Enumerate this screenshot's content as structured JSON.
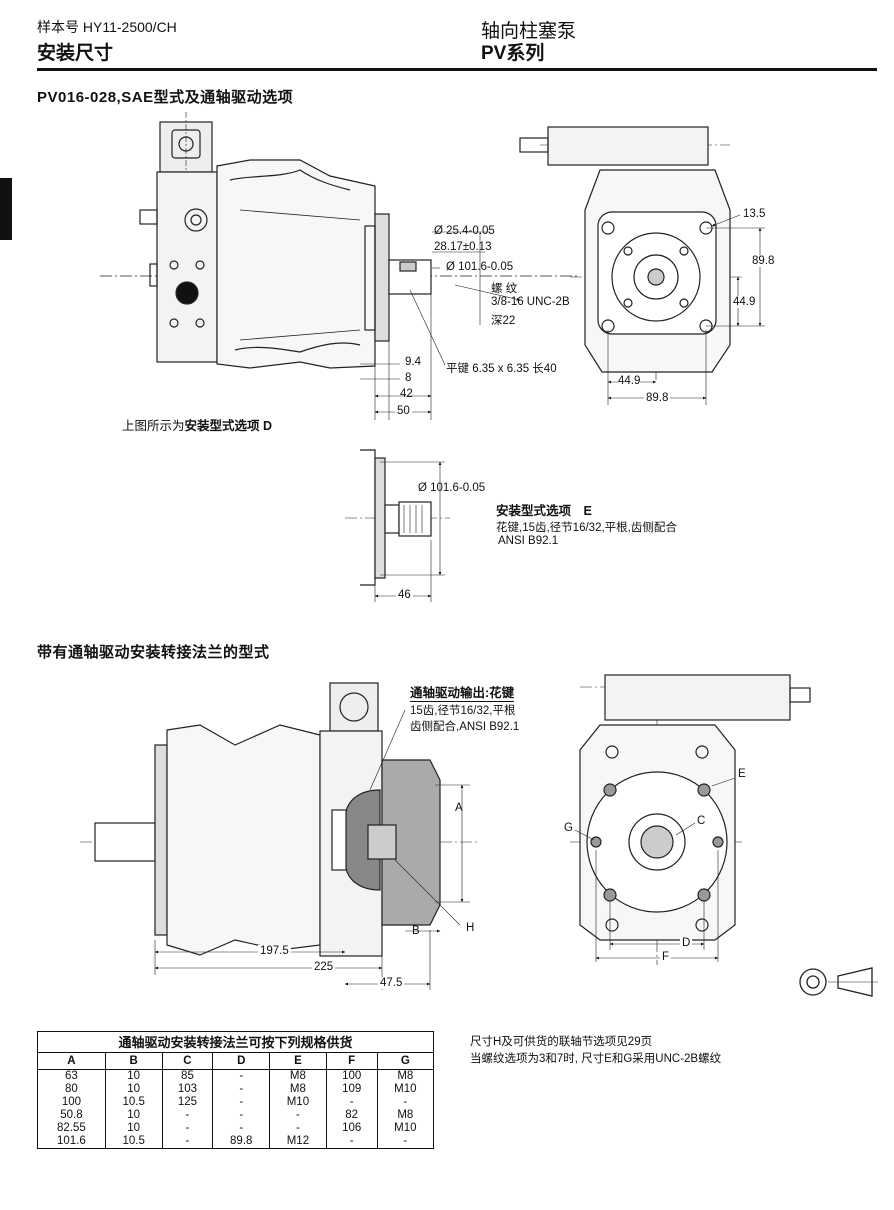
{
  "header": {
    "catalog_no": "样本号 HY11-2500/CH",
    "section_title": "安装尺寸",
    "product_type": "轴向柱塞泵",
    "series": "PV系列"
  },
  "section1": {
    "title": "PV016-028,SAE型式及通轴驱动选项",
    "dims": {
      "d_shaft": "Ø 25.4-0.05",
      "key_height": "28.17±0.13",
      "d_pilot": "Ø 101.6-0.05",
      "thread_label": "螺 纹",
      "thread_spec": "3/8-16 UNC-2B",
      "thread_depth": "深22",
      "dim_9_4": "9.4",
      "dim_8": "8",
      "dim_42": "42",
      "dim_50": "50",
      "key_spec": "平键 6.35 x 6.35 长40",
      "dim_13_5": "13.5",
      "dim_89_8_v": "89.8",
      "dim_44_9_v": "44.9",
      "dim_44_9_h": "44.9",
      "dim_89_8_h": "89.8"
    },
    "caption_prefix": "上图所示为",
    "caption_bold": "安装型式选项 D"
  },
  "option_e": {
    "d_pilot": "Ø 101.6-0.05",
    "title": "安装型式选项　E",
    "desc1": "花键,15齿,径节16/32,平根,齿侧配合",
    "desc2": "ANSI B92.1",
    "dim_46": "46"
  },
  "section2": {
    "title": "带有通轴驱动安装转接法兰的型式",
    "through_title": "通轴驱动输出:花键",
    "through_desc1": "15齿,径节16/32,平根",
    "through_desc2": "齿侧配合,ANSI B92.1",
    "letter_a": "A",
    "letter_b": "B",
    "letter_h": "H",
    "dim_197_5": "197.5",
    "dim_225": "225",
    "dim_47_5": "47.5",
    "letter_e": "E",
    "letter_g": "G",
    "letter_c": "C",
    "letter_d": "D",
    "letter_f": "F"
  },
  "spec_table": {
    "caption": "通轴驱动安装转接法兰可按下列规格供货",
    "columns": [
      "A",
      "B",
      "C",
      "D",
      "E",
      "F",
      "G"
    ],
    "rows": [
      [
        "63",
        "10",
        "85",
        "-",
        "M8",
        "100",
        "M8"
      ],
      [
        "80",
        "10",
        "103",
        "-",
        "M8",
        "109",
        "M10"
      ],
      [
        "100",
        "10.5",
        "125",
        "-",
        "M10",
        "-",
        "-"
      ],
      [
        "50.8",
        "10",
        "-",
        "-",
        "-",
        "82",
        "M8"
      ],
      [
        "82.55",
        "10",
        "-",
        "-",
        "-",
        "106",
        "M10"
      ],
      [
        "101.6",
        "10.5",
        "-",
        "89.8",
        "M12",
        "-",
        "-"
      ]
    ]
  },
  "notes": {
    "line1": "尺寸H及可供货的联轴节选项见29页",
    "line2": "当螺纹选项为3和7时, 尺寸E和G采用UNC-2B螺纹"
  }
}
